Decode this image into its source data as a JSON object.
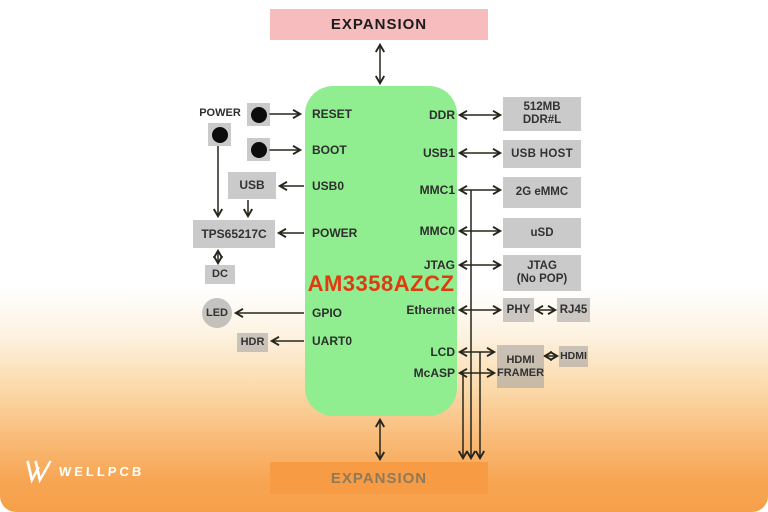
{
  "expansion_top": {
    "label": "EXPANSION"
  },
  "expansion_bottom": {
    "label": "EXPANSION"
  },
  "soc": {
    "name": "AM3358AZCZ",
    "pins_left": [
      "RESET",
      "BOOT",
      "USB0",
      "POWER",
      "GPIO",
      "UART0"
    ],
    "pins_right": [
      "DDR",
      "USB1",
      "MMC1",
      "MMC0",
      "JTAG",
      "Ethernet",
      "LCD",
      "McASP"
    ]
  },
  "left_components": {
    "power_button_label": "POWER",
    "usb_box": "USB",
    "pmic_box": "TPS65217C",
    "dc_box": "DC",
    "led": "LED",
    "hdr_box": "HDR"
  },
  "right_components": {
    "memory_line1": "512MB",
    "memory_line2": "DDR#L",
    "usb_host": "USB HOST",
    "emmc": "2G eMMC",
    "usd": "uSD",
    "jtag_line1": "JTAG",
    "jtag_line2": "(No POP)",
    "phy": "PHY",
    "rj45": "RJ45",
    "hdmi_framer_line1": "HDMI",
    "hdmi_framer_line2": "FRAMER",
    "hdmi": "HDMI"
  },
  "branding": {
    "logo_text": "WELLPCB"
  },
  "colors": {
    "soc_bg": "#90ee90",
    "soc_title": "#e03a10",
    "expansion_top_bg": "#f6bcbe",
    "expansion_bottom_bg": "#f79b45",
    "background_orange": "#f7a04b",
    "wire": "#26261c"
  }
}
